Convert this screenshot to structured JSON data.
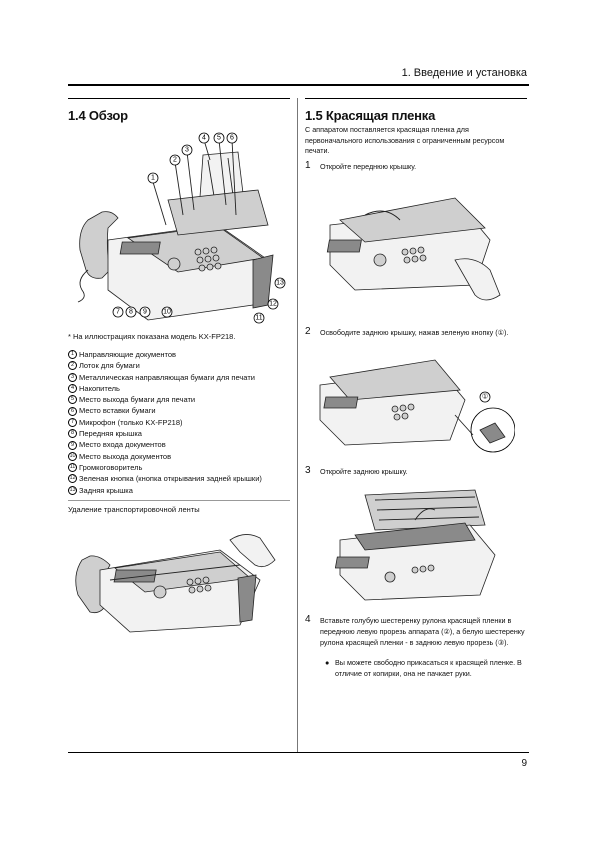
{
  "header": {
    "chapter": "1. Введение и установка"
  },
  "left": {
    "title": "1.4 Обзор",
    "callouts": [
      "①",
      "②",
      "③",
      "④",
      "⑤",
      "⑥",
      "⑦",
      "⑧",
      "⑨",
      "⑩",
      "⑪",
      "⑫",
      "⑬"
    ],
    "note": "* На иллюстрациях показана модель KX-FP218.",
    "parts": [
      {
        "n": "1",
        "label": "Направляющие документов"
      },
      {
        "n": "2",
        "label": "Лоток для бумаги"
      },
      {
        "n": "3",
        "label": "Металлическая направляющая бумаги для печати"
      },
      {
        "n": "4",
        "label": "Накопитель"
      },
      {
        "n": "5",
        "label": "Место выхода бумаги для печати"
      },
      {
        "n": "6",
        "label": "Место вставки бумаги"
      },
      {
        "n": "7",
        "label": "Микрофон (только KX-FP218)"
      },
      {
        "n": "8",
        "label": "Передняя крышка"
      },
      {
        "n": "9",
        "label": "Место входа документов"
      },
      {
        "n": "10",
        "label": "Место выхода документов"
      },
      {
        "n": "11",
        "label": "Громкоговоритель"
      },
      {
        "n": "12",
        "label": "Зеленая кнопка (кнопка открывания задней крышки)"
      },
      {
        "n": "13",
        "label": "Задняя крышка"
      }
    ],
    "subsection": "Удаление транспортировочной ленты"
  },
  "right": {
    "title": "1.5 Красящая пленка",
    "intro": "С аппаратом поставляется красящая пленка для первоначального использования с ограниченным ресурсом печати.",
    "steps": [
      {
        "n": "1",
        "text": "Откройте переднюю крышку."
      },
      {
        "n": "2",
        "text": "Освободите заднюю крышку, нажав зеленую кнопку (①)."
      },
      {
        "n": "3",
        "text": "Откройте заднюю крышку."
      },
      {
        "n": "4",
        "text": "Вставьте голубую шестеренку рулона красящей пленки в переднюю левую прорезь аппарата (②), а белую шестеренку рулона красящей пленки - в заднюю левую прорезь (③)."
      }
    ],
    "bullet": "Вы можете свободно прикасаться к красящей пленке. В отличие от копирки, она не пачкает руки.",
    "step2_callout": "①"
  },
  "footer": {
    "page": "9"
  }
}
